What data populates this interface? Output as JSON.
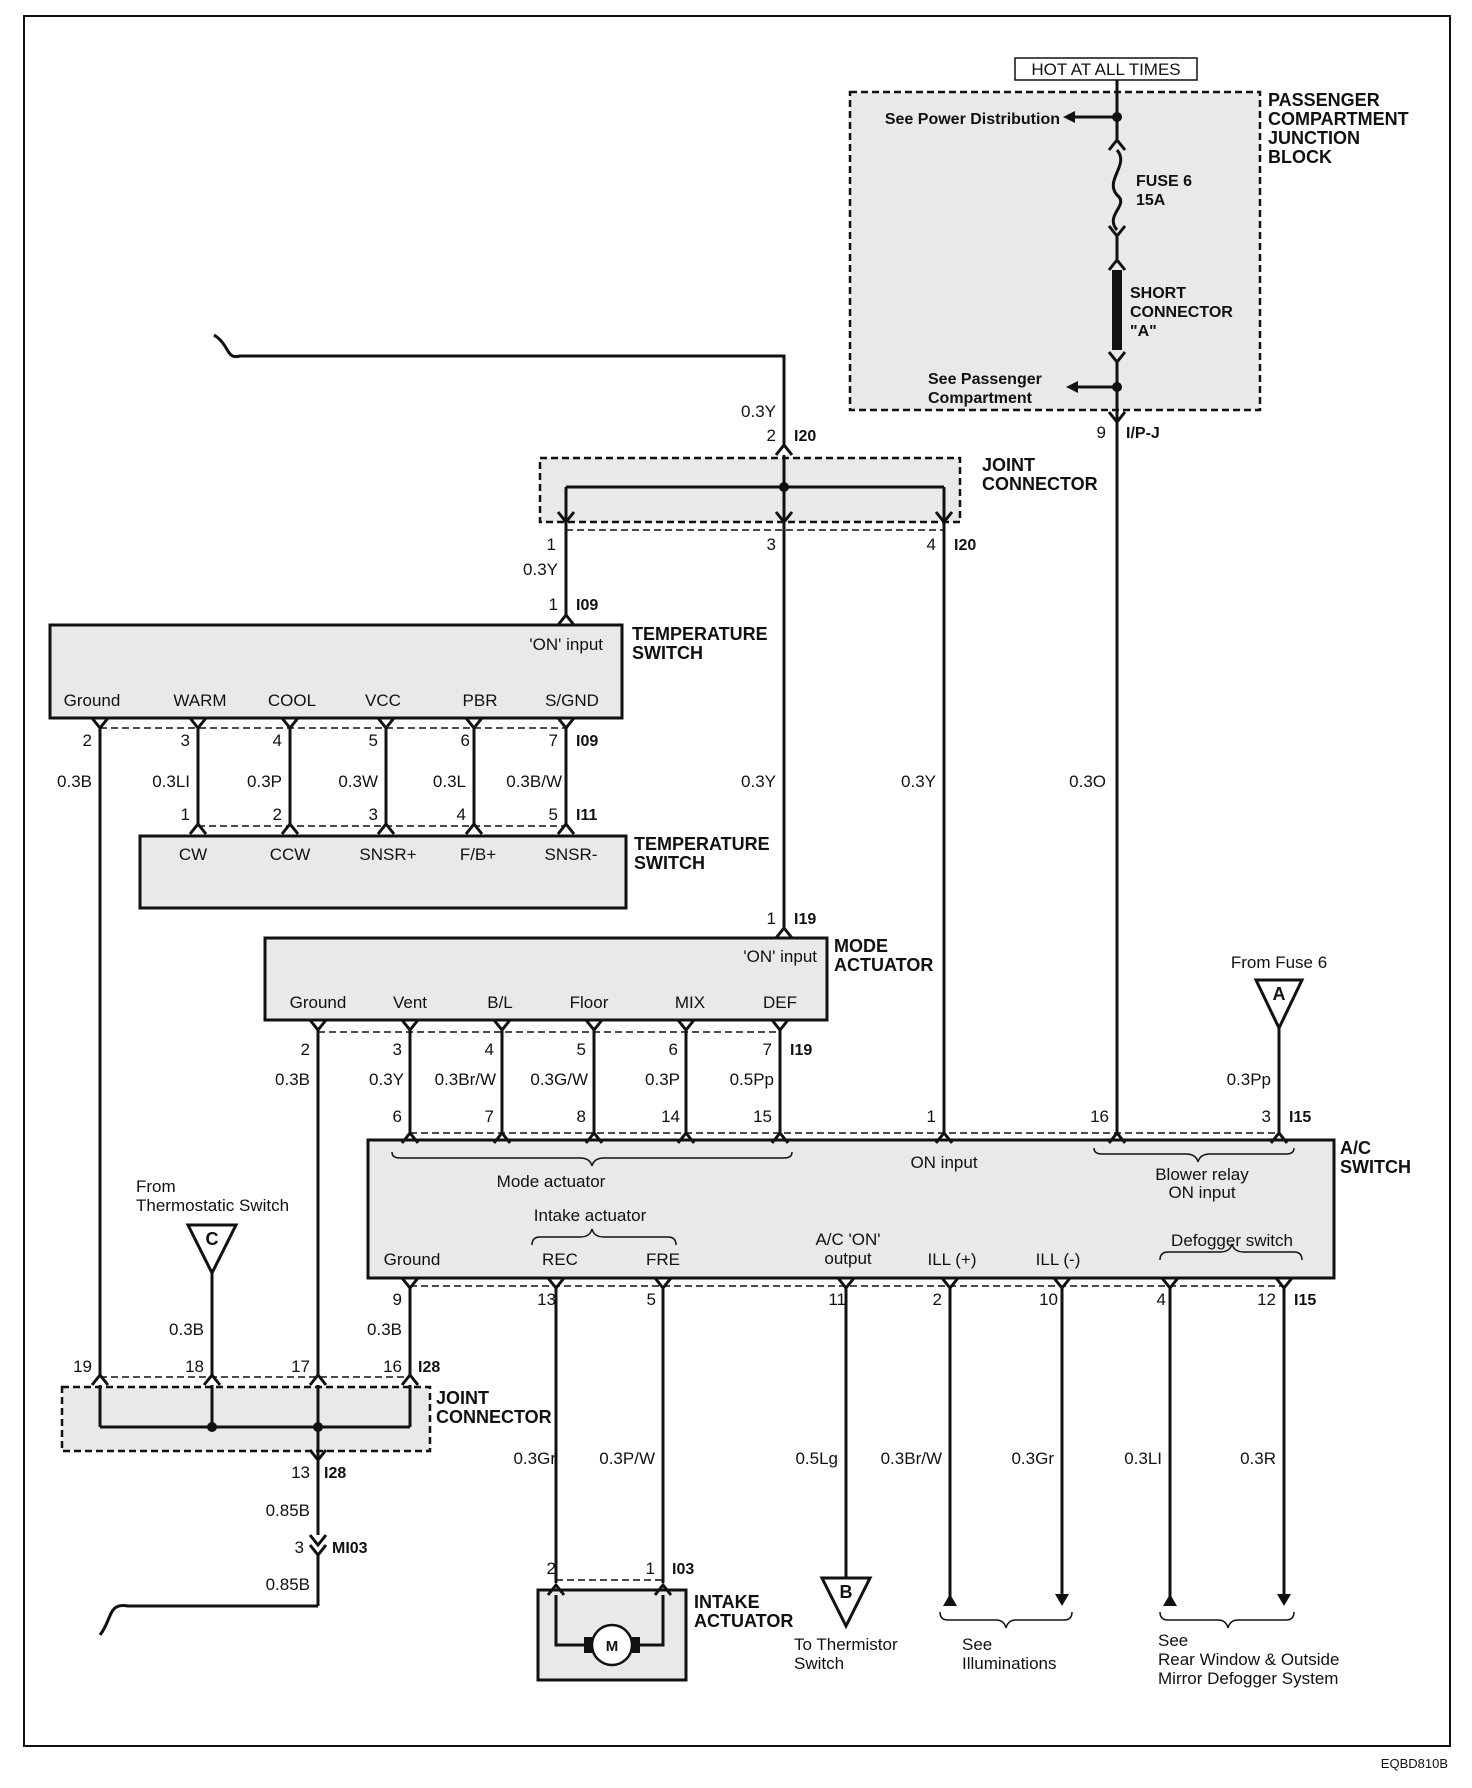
{
  "hot_at_all_times": "HOT AT ALL TIMES",
  "pcjb": {
    "l1": "PASSENGER",
    "l2": "COMPARTMENT",
    "l3": "JUNCTION",
    "l4": "BLOCK",
    "see_power": "See Power Distribution",
    "fuse1": "FUSE 6",
    "fuse2": "15A",
    "sc1": "SHORT",
    "sc2": "CONNECTOR",
    "sc3": "\"A\"",
    "see_pass1": "See Passenger",
    "see_pass2": "Compartment"
  },
  "joint_top": {
    "l1": "JOINT",
    "l2": "CONNECTOR"
  },
  "joint_bottom": {
    "l1": "JOINT",
    "l2": "CONNECTOR"
  },
  "temp_switch_1": {
    "l1": "TEMPERATURE",
    "l2": "SWITCH",
    "on_input": "'ON' input",
    "pins": [
      "Ground",
      "WARM",
      "COOL",
      "VCC",
      "PBR",
      "S/GND"
    ]
  },
  "temp_switch_2": {
    "l1": "TEMPERATURE",
    "l2": "SWITCH",
    "pins": [
      "CW",
      "CCW",
      "SNSR+",
      "F/B+",
      "SNSR-"
    ]
  },
  "mode_actuator": {
    "l1": "MODE",
    "l2": "ACTUATOR",
    "on_input": "'ON' input",
    "pins": [
      "Ground",
      "Vent",
      "B/L",
      "Floor",
      "MIX",
      "DEF"
    ]
  },
  "ac_switch": {
    "l1": "A/C",
    "l2": "SWITCH",
    "mode_actuator": "Mode actuator",
    "on_input": "ON input",
    "blower1": "Blower relay",
    "blower2": "ON input",
    "intake": "Intake actuator",
    "ground": "Ground",
    "rec": "REC",
    "fre": "FRE",
    "ac_on1": "A/C 'ON'",
    "ac_on2": "output",
    "ill_plus": "ILL (+)",
    "ill_minus": "ILL (-)",
    "defogger": "Defogger switch"
  },
  "intake_actuator": {
    "l1": "INTAKE",
    "l2": "ACTUATOR",
    "motor": "M"
  },
  "from_fuse6": "From Fuse 6",
  "from_thermo1": "From",
  "from_thermo2": "Thermostatic Switch",
  "conn_a": "A",
  "conn_b": "B",
  "conn_c": "C",
  "to_thermistor1": "To Thermistor",
  "to_thermistor2": "Switch",
  "see_illum1": "See",
  "see_illum2": "Illuminations",
  "see_rear1": "See",
  "see_rear2": "Rear Window & Outside",
  "see_rear3": "Mirror Defogger System",
  "wires": {
    "w_0_3Y_a": "0.3Y",
    "w_0_3Y_b": "0.3Y",
    "w_0_3Y_c": "0.3Y",
    "w_0_3Y_d": "0.3Y",
    "w_0_3Y_e": "0.3Y",
    "w_0_3O": "0.3O",
    "w_0_3B_a": "0.3B",
    "w_0_3LI": "0.3LI",
    "w_0_3P": "0.3P",
    "w_0_3W": "0.3W",
    "w_0_3L": "0.3L",
    "w_0_3BW": "0.3B/W",
    "w_0_3B_b": "0.3B",
    "w_0_3BrW": "0.3Br/W",
    "w_0_3GW": "0.3G/W",
    "w_0_3P_b": "0.3P",
    "w_0_5Pp": "0.5Pp",
    "w_0_3Pp": "0.3Pp",
    "w_0_3B_c": "0.3B",
    "w_0_3B_d": "0.3B",
    "w_0_85B_a": "0.85B",
    "w_0_85B_b": "0.85B",
    "w_0_3Gr": "0.3Gr",
    "w_0_3PW": "0.3P/W",
    "w_0_5Lg": "0.5Lg",
    "w_0_3BrW_b": "0.3Br/W",
    "w_0_3Gr_b": "0.3Gr",
    "w_0_3LI_b": "0.3LI",
    "w_0_3R": "0.3R"
  },
  "connectors": {
    "I20": "I20",
    "I20b": "I20",
    "I09": "I09",
    "I09b": "I09",
    "I11": "I11",
    "I19": "I19",
    "I19b": "I19",
    "I15": "I15",
    "I15b": "I15",
    "I28": "I28",
    "I28b": "I28",
    "MI03": "MI03",
    "I03": "I03",
    "IPJ": "I/P-J"
  },
  "pins": {
    "p9_ipj": "9",
    "p2_i20": "2",
    "p1_i20": "1",
    "p3_i20": "3",
    "p4_i20": "4",
    "p1_i09": "1",
    "p2_i09": "2",
    "p3_i09": "3",
    "p4_i09": "4",
    "p5_i09": "5",
    "p6_i09": "6",
    "p7_i09": "7",
    "p1_i11": "1",
    "p2_i11": "2",
    "p3_i11": "3",
    "p4_i11": "4",
    "p5_i11": "5",
    "p1_i19": "1",
    "p2_i19": "2",
    "p3_i19": "3",
    "p4_i19": "4",
    "p5_i19": "5",
    "p6_i19": "6",
    "p7_i19": "7",
    "p6_i15": "6",
    "p7_i15": "7",
    "p8_i15": "8",
    "p14_i15": "14",
    "p15_i15": "15",
    "p1_i15": "1",
    "p16_i15": "16",
    "p3_i15": "3",
    "p9_i15": "9",
    "p13_i15": "13",
    "p5_i15": "5",
    "p11_i15": "11",
    "p2_i15": "2",
    "p10_i15": "10",
    "p4_i15": "4",
    "p12_i15": "12",
    "p19_i28": "19",
    "p18_i28": "18",
    "p17_i28": "17",
    "p16_i28": "16",
    "p13_i28": "13",
    "p3_mi03": "3",
    "p2_i03": "2",
    "p1_i03": "1"
  },
  "doc_code": "EQBD810B"
}
